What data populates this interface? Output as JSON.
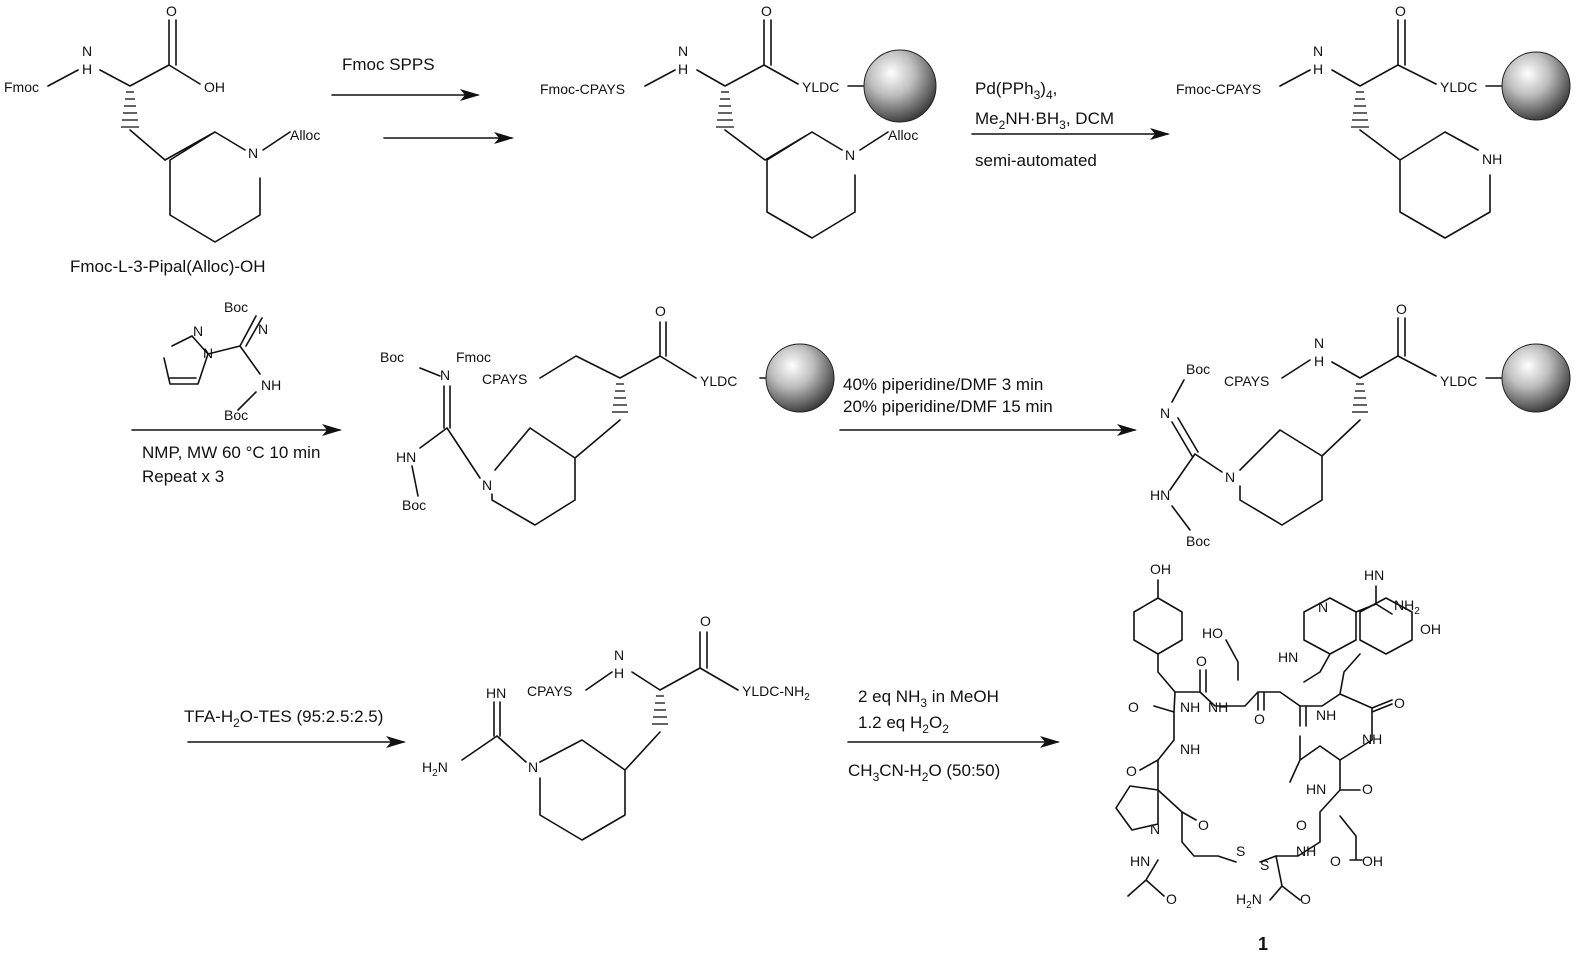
{
  "scheme": {
    "start_material": {
      "name": "Fmoc-L-3-Pipal(Alloc)-OH",
      "fmoc": "Fmoc",
      "nh": "N",
      "nh_h": "H",
      "o": "O",
      "oh": "OH",
      "n": "N",
      "alloc": "Alloc"
    },
    "step1": {
      "label": "Fmoc SPPS"
    },
    "resin1": {
      "left_peptide": "Fmoc-CPAYS",
      "right_peptide": "YLDC",
      "nh": "N",
      "nh_h": "H",
      "o": "O",
      "n": "N",
      "alloc": "Alloc"
    },
    "step2": {
      "line1": "Pd(PPh",
      "line1_sub": "3",
      "line1_end": ")",
      "line1_sub2": "4",
      "line1_tail": ",",
      "line2_a": "Me",
      "line2_sub1": "2",
      "line2_b": "NH·BH",
      "line2_sub2": "3",
      "line2_c": ", DCM",
      "line3": "semi-automated"
    },
    "resin2": {
      "left_peptide": "Fmoc-CPAYS",
      "right_peptide": "YLDC",
      "nh": "N",
      "nh_h": "H",
      "o": "O",
      "ring_nh": "NH"
    },
    "reagent": {
      "boc_top": "Boc",
      "n_top": "N",
      "nh": "NH",
      "boc_bottom": "Boc",
      "pyrazole_n1": "N",
      "pyrazole_n2": "N"
    },
    "step3": {
      "line1": "NMP, MW 60 °C 10 min",
      "line2": "Repeat x 3"
    },
    "resin3": {
      "boc1": "Boc",
      "n": "N",
      "fmoc": "Fmoc",
      "cpays": "CPAYS",
      "right_peptide": "YLDC",
      "o": "O",
      "hn": "HN",
      "boc2": "Boc",
      "ring_n": "N"
    },
    "step4": {
      "line1": "40% piperidine/DMF 3 min",
      "line2": "20% piperidine/DMF 15 min"
    },
    "resin4": {
      "boc1": "Boc",
      "n": "N",
      "cpays": "CPAYS",
      "nh": "N",
      "nh_h": "H",
      "o": "O",
      "right_peptide": "YLDC",
      "hn": "HN",
      "boc2": "Boc",
      "ring_n": "N"
    },
    "step5": {
      "line_a": "TFA-H",
      "line_sub": "2",
      "line_b": "O-TES (95:2.5:2.5)"
    },
    "linear": {
      "hn_imine": "HN",
      "h2n": "H",
      "h2n_sub": "2",
      "h2n_n": "N",
      "ring_n": "N",
      "cpays": "CPAYS",
      "nh": "N",
      "nh_h": "H",
      "o": "O",
      "right_a": "YLDC-NH",
      "right_sub": "2"
    },
    "step6": {
      "line1_a": "2 eq NH",
      "line1_sub": "3",
      "line1_b": " in MeOH",
      "line2_a": "1.2 eq H",
      "line2_sub": "2",
      "line2_b": "O",
      "line2_sub2": "2",
      "line3_a": "CH",
      "line3_sub1": "3",
      "line3_b": "CN-H",
      "line3_sub2": "2",
      "line3_c": "O (50:50)"
    },
    "cyclic": {
      "compound_number": "1",
      "oh_tyr1": "OH",
      "ho_ser": "HO",
      "hn_imine": "HN",
      "nh2": "NH",
      "nh2_sub": "2",
      "oh_tyr2": "OH",
      "o": "O",
      "nh": "NH",
      "hn": "HN",
      "n": "N",
      "s": "S",
      "h2n": "H",
      "h2n_sub": "2",
      "h2n_n": "N",
      "oh_asp": "OH"
    }
  }
}
